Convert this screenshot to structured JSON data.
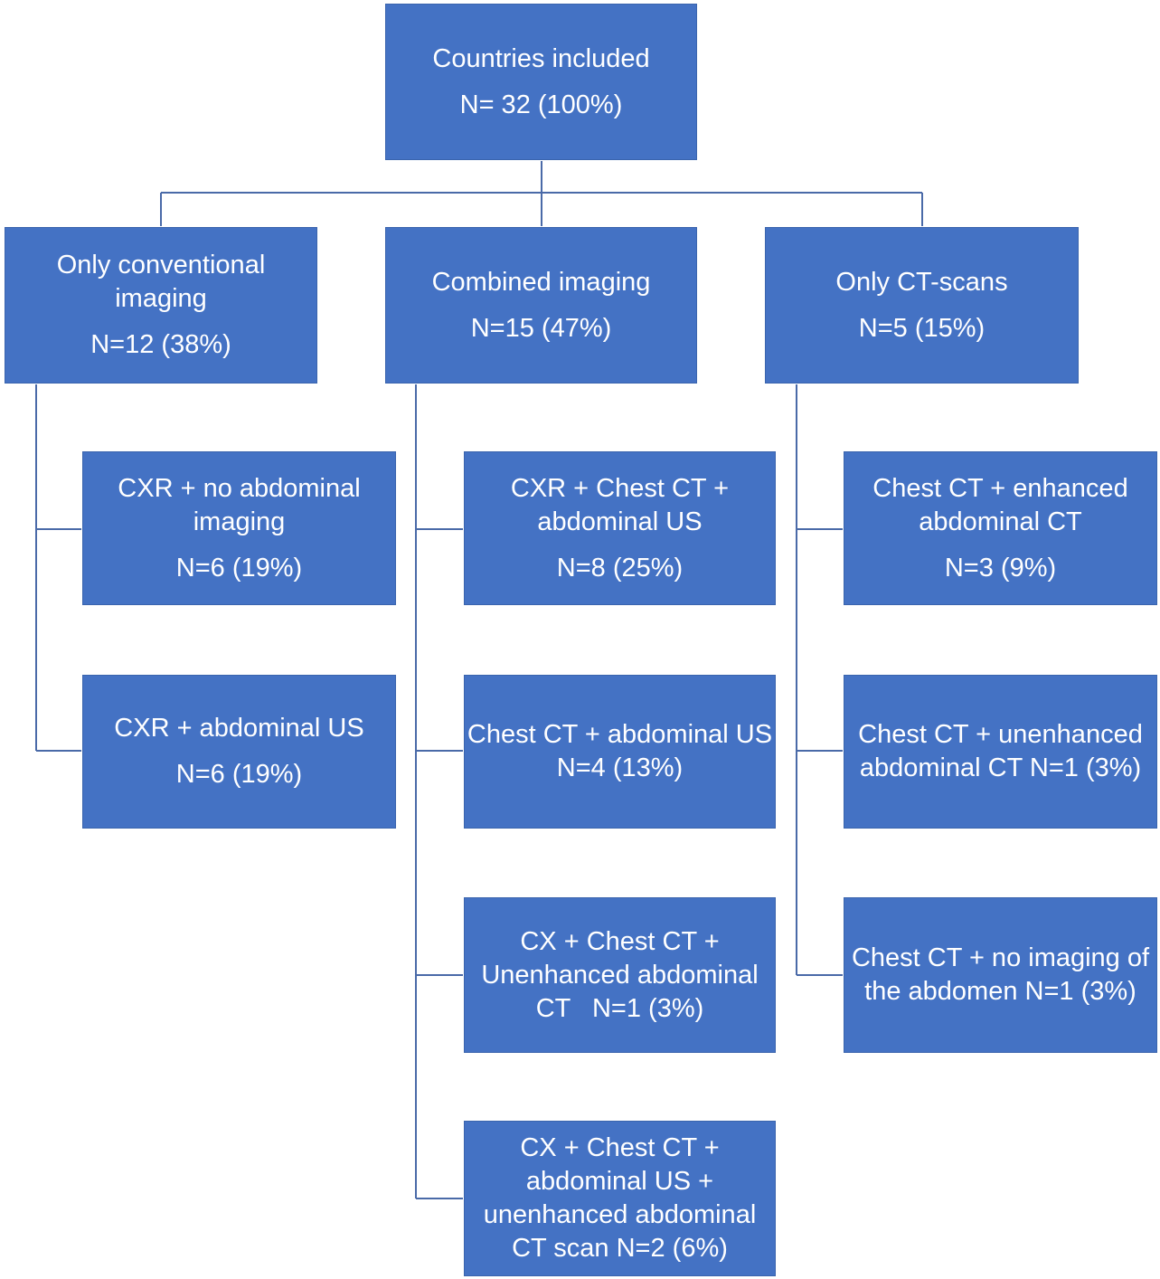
{
  "root": {
    "lines": [
      "Countries included",
      "N= 32 (100%)"
    ]
  },
  "categories": [
    {
      "title": [
        "Only conventional",
        "imaging"
      ],
      "count": "N=12 (38%)",
      "children": [
        {
          "lines": [
            "CXR + no abdominal",
            "imaging"
          ],
          "count": "N=6 (19%)"
        },
        {
          "lines": [
            "CXR + abdominal US"
          ],
          "count": "N=6 (19%)"
        }
      ]
    },
    {
      "title": [
        "Combined imaging"
      ],
      "count": "N=15 (47%)",
      "children": [
        {
          "lines": [
            "CXR + Chest CT +",
            "abdominal US"
          ],
          "count": "N=8 (25%)"
        },
        {
          "lines": [
            "Chest CT + abdominal US",
            "N=4 (13%)"
          ]
        },
        {
          "lines": [
            "CX + Chest CT +",
            "Unenhanced abdominal",
            "CT   N=1 (3%)"
          ]
        },
        {
          "lines": [
            "CX + Chest CT +",
            "abdominal US +",
            "unenhanced abdominal",
            "CT scan N=2 (6%)"
          ]
        }
      ]
    },
    {
      "title": [
        "Only CT-scans"
      ],
      "count": "N=5 (15%)",
      "children": [
        {
          "lines": [
            "Chest CT + enhanced",
            "abdominal CT"
          ],
          "count": "N=3 (9%)"
        },
        {
          "lines": [
            "Chest CT + unenhanced",
            "abdominal CT N=1 (3%)"
          ]
        },
        {
          "lines": [
            "Chest CT + no imaging of",
            "the abdomen N=1 (3%)"
          ]
        }
      ]
    }
  ]
}
